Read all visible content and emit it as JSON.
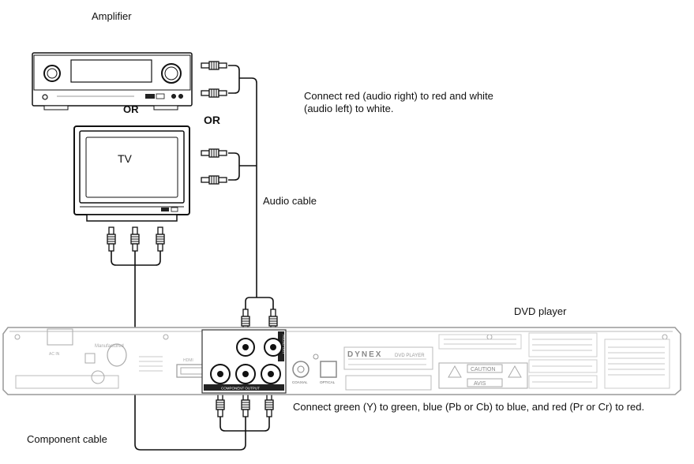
{
  "labels": {
    "amplifier": "Amplifier",
    "or_small": "OR",
    "or_large": "OR",
    "tv": "TV",
    "audio_note": "Connect red (audio right) to red and white (audio left) to white.",
    "audio_cable": "Audio cable",
    "dvd_player": "DVD player",
    "component_note": "Connect green (Y) to green, blue (Pb or Cb) to blue, and red (Pr or Cr) to red.",
    "component_cable": "Component cable"
  },
  "device_text": {
    "brand": "DYNEX",
    "product": "DVD PLAYER",
    "caution": "CAUTION",
    "avis": "AVIS",
    "manufactured": "Manufactured",
    "hdmi": "HDMI",
    "coaxial": "COAXIAL",
    "optical": "OPTICAL",
    "component_out": "COMPONENT OUTPUT",
    "audio_out": "AUDIO OUT",
    "ac_in": "AC IN"
  }
}
